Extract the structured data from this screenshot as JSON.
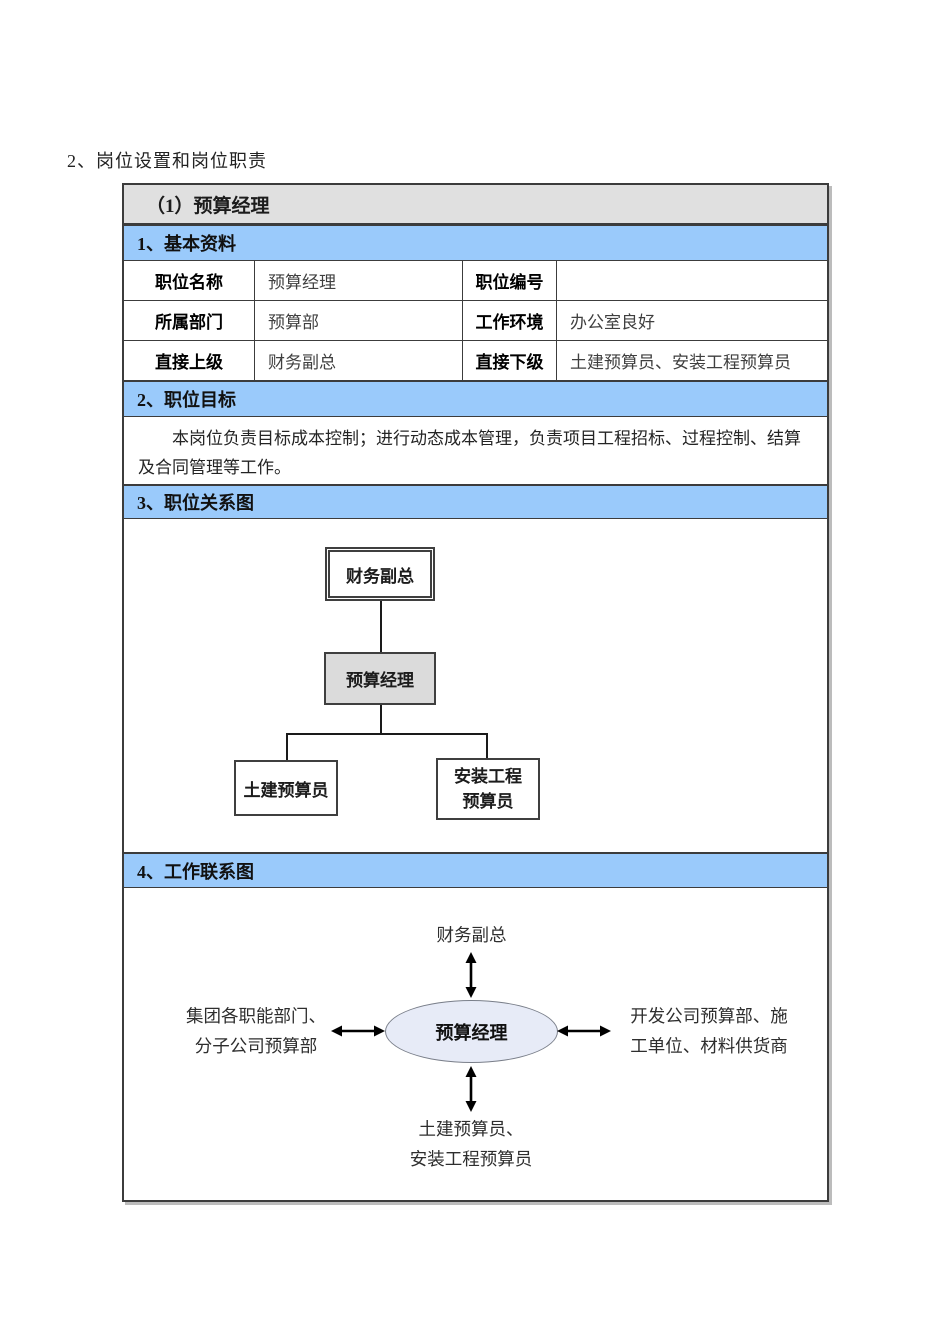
{
  "page": {
    "heading": "2、岗位设置和岗位职责"
  },
  "doc_table": {
    "title": "（1）预算经理",
    "section1_header": "1、基本资料",
    "basic_rows": [
      {
        "label1": "职位名称",
        "value1": "预算经理",
        "label2": "职位编号",
        "value2": ""
      },
      {
        "label1": "所属部门",
        "value1": "预算部",
        "label2": "工作环境",
        "value2": "办公室良好"
      },
      {
        "label1": "直接上级",
        "value1": "财务副总",
        "label2": "直接下级",
        "value2": "土建预算员、安装工程预算员"
      }
    ],
    "section2_header": "2、职位目标",
    "goal_text": "本岗位负责目标成本控制；进行动态成本管理，负责项目工程招标、过程控制、结算及合同管理等工作。",
    "section3_header": "3、职位关系图",
    "section4_header": "4、工作联系图"
  },
  "org_chart": {
    "top_box": "财务副总",
    "middle_box": "预算经理",
    "left_box": "土建预算员",
    "right_box_line1": "安装工程",
    "right_box_line2": "预算员"
  },
  "contact_diagram": {
    "top_label": "财务副总",
    "center_label": "预算经理",
    "left_label_line1": "集团各职能部门、",
    "left_label_line2": "分子公司预算部",
    "right_label_line1": "开发公司预算部、施",
    "right_label_line2": "工单位、材料供货商",
    "bottom_label_line1": "土建预算员、",
    "bottom_label_line2": "安装工程预算员"
  },
  "colors": {
    "section_header_blue": "#9ACAFB",
    "title_bar_gray": "#E0E0E0",
    "org_box_gray": "#DBDBDB",
    "ellipse_fill": "#E7EBF7",
    "border_dark": "#3C3C3C"
  }
}
